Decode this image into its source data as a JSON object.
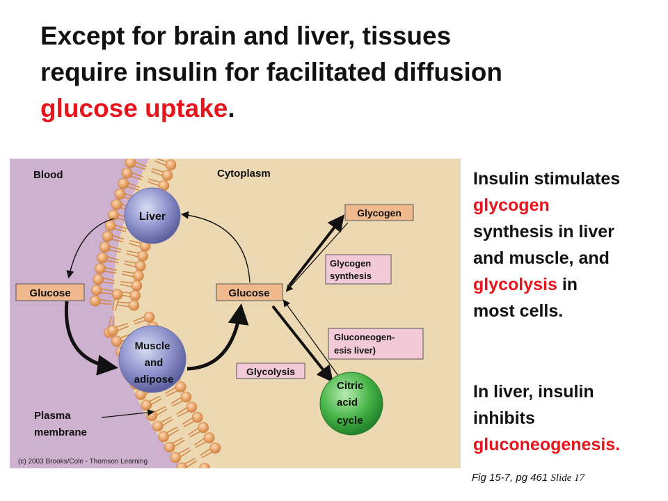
{
  "title": {
    "line1": "Except for brain and liver, tissues",
    "line2": "require insulin for facilitated diffusion",
    "line3_red": "glucose uptake",
    "line3_tail": "."
  },
  "side_text_1": {
    "l1": "Insulin stimulates",
    "l2_red": "glycogen",
    "l3": "synthesis in liver",
    "l4": "and muscle, and",
    "l5_red": "glycolysis",
    "l5_tail": " in",
    "l6": "most cells."
  },
  "side_text_2": {
    "l1": "In liver, insulin",
    "l2": "inhibits",
    "l3_red": "gluconeogenesis."
  },
  "figure": {
    "blood_label": "Blood",
    "cytoplasm_label": "Cytoplasm",
    "liver_label": "Liver",
    "muscle_l1": "Muscle",
    "muscle_l2": "and",
    "muscle_l3": "adipose",
    "glucose_left": "Glucose",
    "glucose_right": "Glucose",
    "glycogen": "Glycogen",
    "glycogen_synth_l1": "Glycogen",
    "glycogen_synth_l2": "synthesis",
    "gluconeo_l1": "Gluconeogen-",
    "gluconeo_l2": "esis liver)",
    "glycolysis": "Glycolysis",
    "citric_l1": "Citric",
    "citric_l2": "acid",
    "citric_l3": "cycle",
    "plasma_l1": "Plasma",
    "plasma_l2": "membrane",
    "copyright": "(c) 2003 Brooks/Cole - Thomson Learning"
  },
  "caption": {
    "fig_ref": "Fig 15-7, pg 461",
    "slide": "Slide 17"
  },
  "colors": {
    "blood_bg": "#cdb1cf",
    "cytoplasm_bg": "#ecd9b3",
    "label_box": "#f0b98d",
    "pink_box": "#f2c9d6",
    "citric": "#3fb04a",
    "liver_sphere": "#8a8fcb",
    "highlight_red": "#e8141c"
  }
}
